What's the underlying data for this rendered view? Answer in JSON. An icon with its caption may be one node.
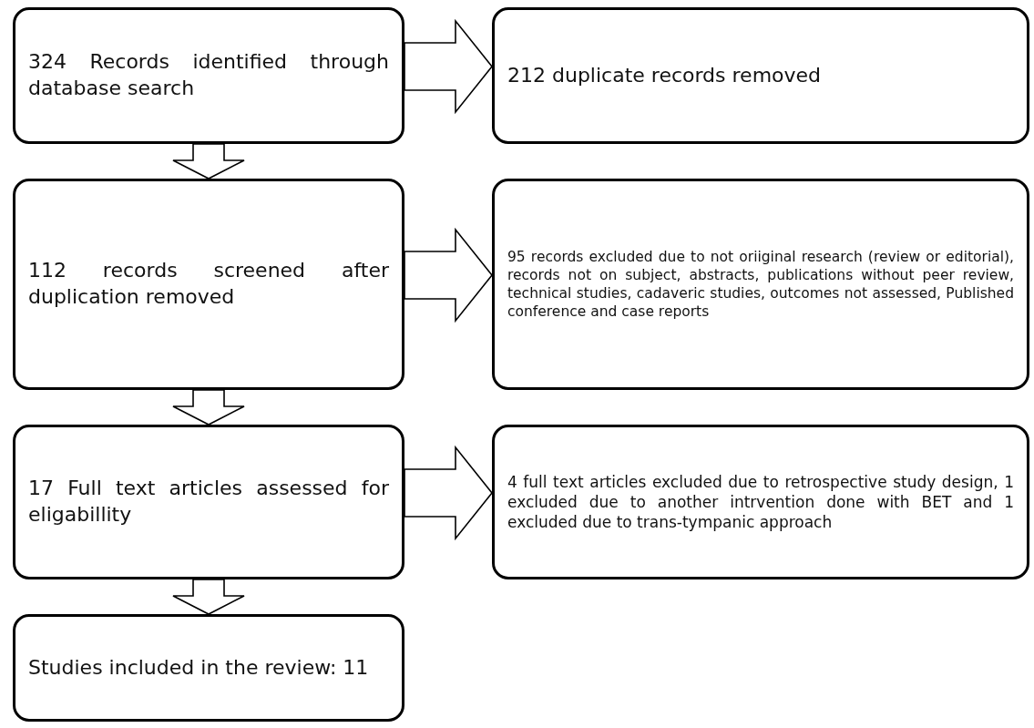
{
  "diagram": {
    "nodes": [
      {
        "text": [
          "324 Records identified through database search"
        ]
      },
      {
        "text": [
          "212 duplicate records removed"
        ]
      },
      {
        "text": [
          "112 records screened after duplication removed"
        ]
      },
      {
        "text": [
          "95 records excluded due to not oriiginal research (review or editorial), records not on subject, abstracts, publications without peer review, technical studies, cadaveric studies, outcomes not assessed, Published conference and case reports"
        ]
      },
      {
        "text": [
          "17 Full text articles assessed for eligabillity"
        ]
      },
      {
        "text": [
          "4 full text articles excluded due to retrospective study design, 1 excluded due to another intrvention done with BET and 1 excluded due to trans-tympanic approach"
        ]
      },
      {
        "text": [
          "Studies included in the review: 11"
        ]
      }
    ],
    "edges": [
      {
        "from": 0,
        "to": 1,
        "arrow": "to"
      },
      {
        "from": 0,
        "to": 2,
        "arrow": "to"
      },
      {
        "from": 2,
        "to": 3,
        "arrow": "to"
      },
      {
        "from": 2,
        "to": 4,
        "arrow": "to"
      },
      {
        "from": 4,
        "to": 5,
        "arrow": "to"
      },
      {
        "from": 4,
        "to": 6,
        "arrow": "to"
      }
    ]
  }
}
